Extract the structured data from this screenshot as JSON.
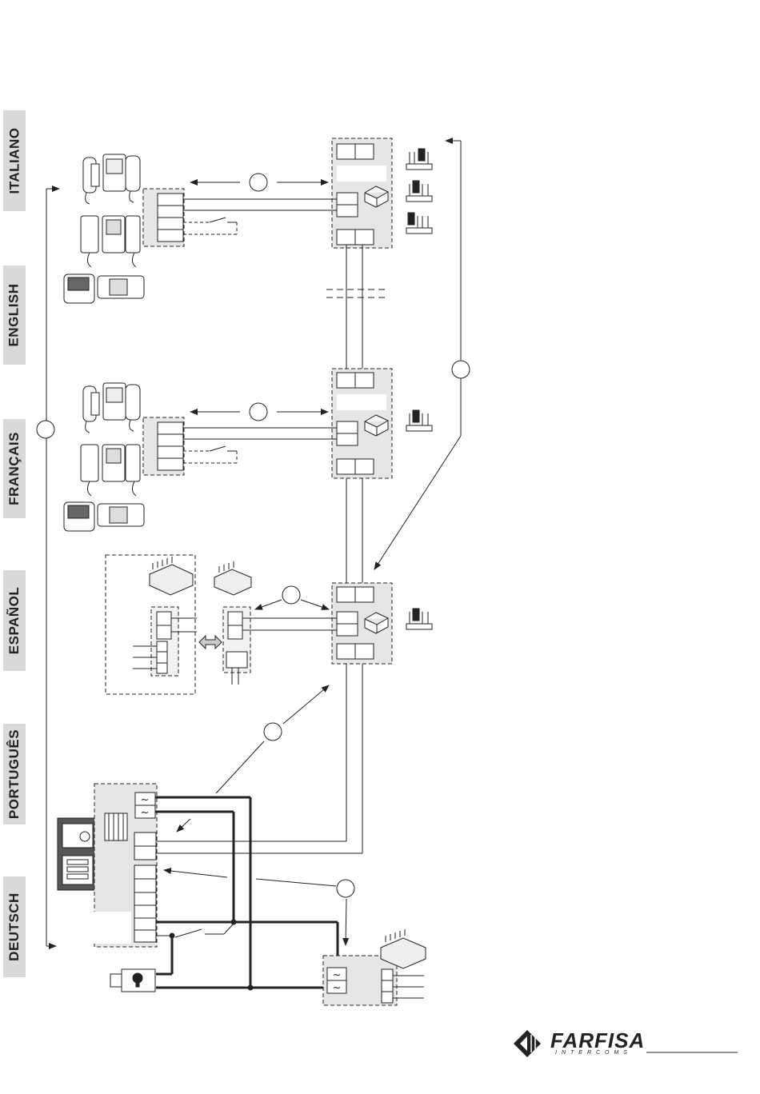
{
  "languages": [
    {
      "id": "it",
      "label": "ITALIANO"
    },
    {
      "id": "en",
      "label": "ENGLISH"
    },
    {
      "id": "fr",
      "label": "FRANÇAIS"
    },
    {
      "id": "es",
      "label": "ESPAÑOL"
    },
    {
      "id": "pt",
      "label": "PORTUGUÊS"
    },
    {
      "id": "de",
      "label": "DEUTSCH"
    }
  ],
  "logo": {
    "brand": "FARFISA",
    "tagline": "INTERCOMS"
  },
  "colors": {
    "box_fill": "#e6e6e6",
    "line": "#222222",
    "tab": "#d9d9d9"
  },
  "supply_symbols": [
    "~",
    "~",
    "~",
    "~"
  ]
}
